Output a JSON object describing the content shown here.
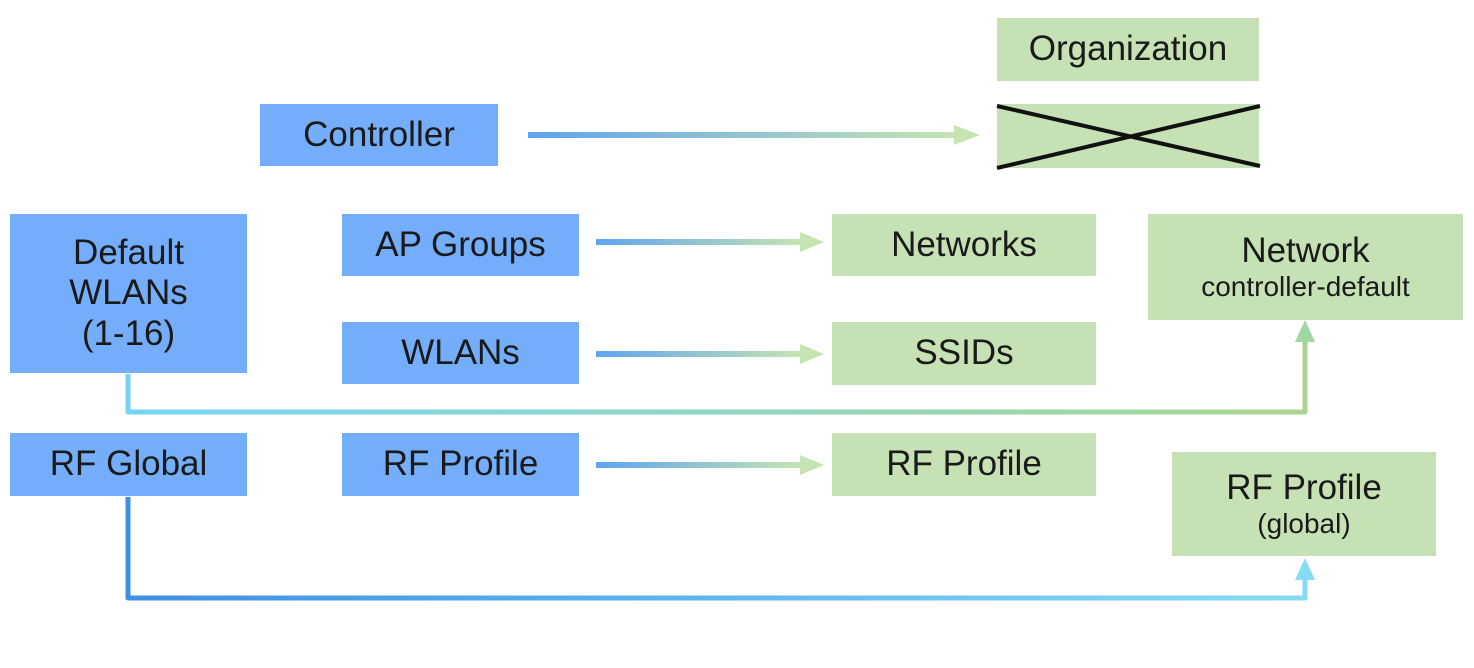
{
  "colors": {
    "legacy_box": "#74aefb",
    "cloud_box": "#c6e1b4",
    "arrow_blue": "#5ea4f0",
    "arrow_green": "#c6e4b2",
    "arrow_cyan": "#7fd8f0",
    "cross": "#111111"
  },
  "legacy": {
    "controller": "Controller",
    "default_wlans": [
      "Default",
      "WLANs",
      "(1-16)"
    ],
    "ap_groups": "AP Groups",
    "wlans": "WLANs",
    "rf_global": "RF Global",
    "rf_profile": "RF Profile"
  },
  "cloud": {
    "organization": "Organization",
    "networks": "Networks",
    "ssids": "SSIDs",
    "rf_profile": "RF Profile",
    "network_default": {
      "title": "Network",
      "subtitle": "controller-default"
    },
    "rf_profile_global": {
      "title": "RF Profile",
      "subtitle": "(global)"
    }
  }
}
